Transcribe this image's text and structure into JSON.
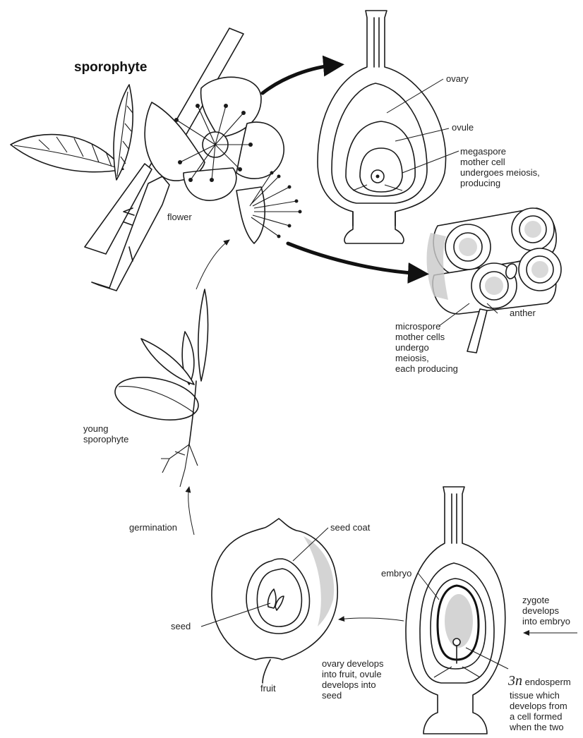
{
  "labels": {
    "sporophyte": "sporophyte",
    "flower": "flower",
    "ovary": "ovary",
    "ovule": "ovule",
    "megaspore": "megaspore\nmother cell\nundergoes meiosis,\nproducing",
    "anther": "anther",
    "microspore": "microspore\nmother cells\nundergo\nmeiosis,\neach producing",
    "young_sporophyte": "young\nsporophyte",
    "germination": "germination",
    "seed_coat": "seed coat",
    "seed": "seed",
    "fruit": "fruit",
    "embryo": "embryo",
    "zygote": "zygote\ndevelops\ninto embryo",
    "ovary_develops": "ovary develops\ninto fruit, ovule\ndevelops into\nseed",
    "endosperm_prefix": "3",
    "endosperm_n": "n",
    "endosperm_tail": " endosperm",
    "endosperm_rest": "tissue which\ndevelops from\na cell formed\nwhen the two"
  }
}
